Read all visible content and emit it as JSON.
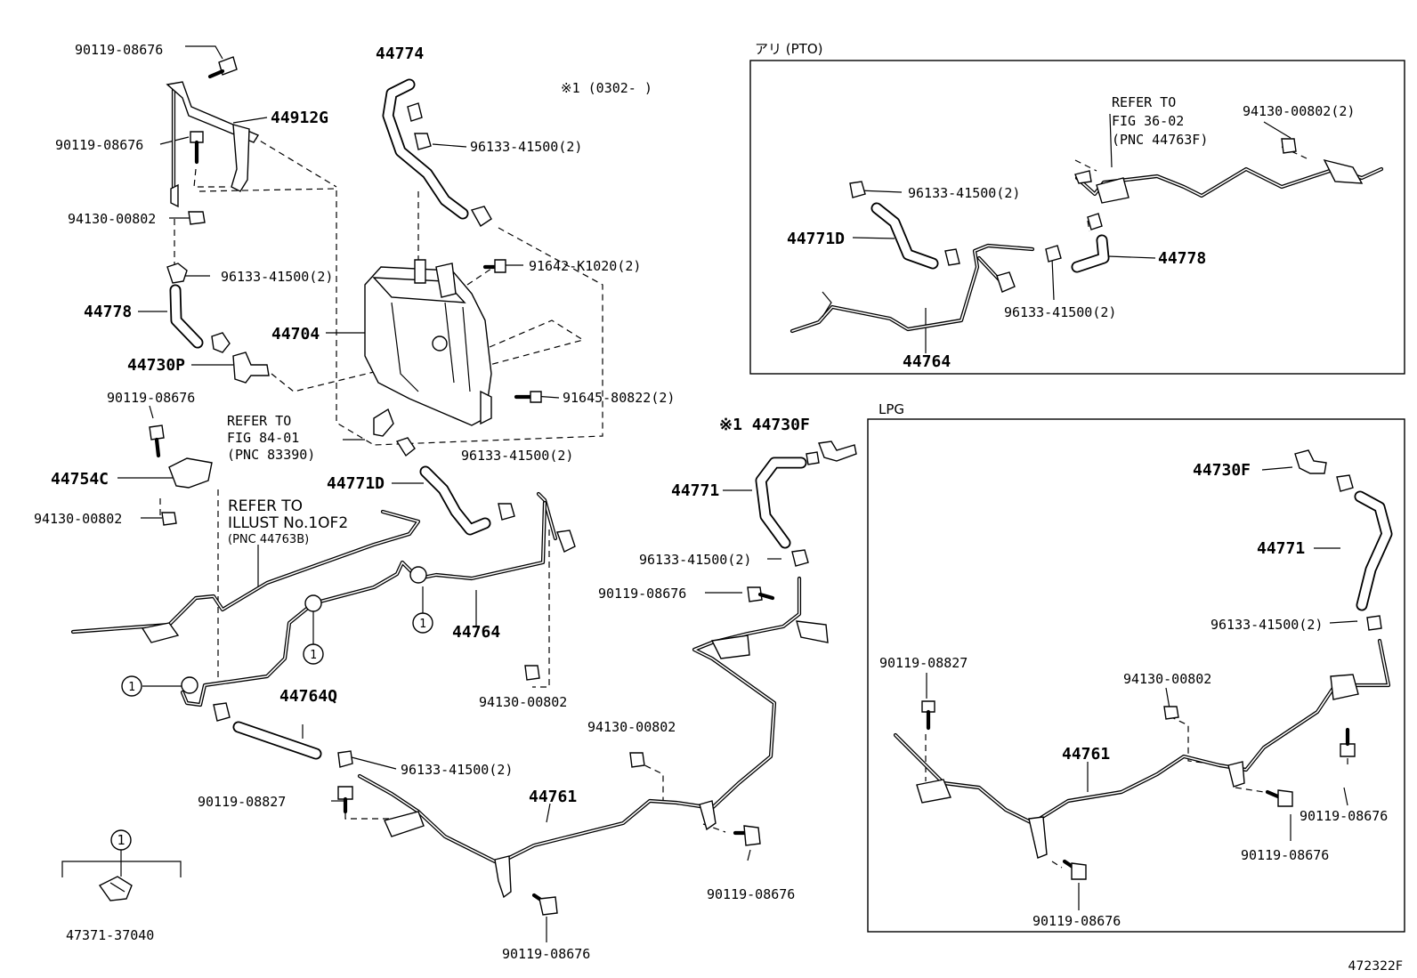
{
  "labels": {
    "p90119_08676_a": "90119-08676",
    "p44912g": "44912G",
    "p90119_08676_b": "90119-08676",
    "p94130_00802_a": "94130-00802",
    "p96133_41500_a": "96133-41500(2)",
    "p44778_a": "44778",
    "p44730p": "44730P",
    "p44704": "44704",
    "p44774": "44774",
    "p96133_41500_b": "96133-41500(2)",
    "note1": "※1 (0302-        )",
    "p91642": "91642-K1020(2)",
    "p91645": "91645-80822(2)",
    "p90119_08676_c": "90119-08676",
    "p44754c": "44754C",
    "p94130_00802_b": "94130-00802",
    "ref84_1": "REFER TO",
    "ref84_2": "FIG 84-01",
    "ref84_3": "(PNC 83390)",
    "p96133_41500_c": "96133-41500(2)",
    "p44771d_a": "44771D",
    "refill_1": "REFER TO",
    "refill_2": "ILLUST No.1OF2",
    "refill_3": "(PNC 44763B)",
    "p44764_a": "44764",
    "p94130_00802_c": "94130-00802",
    "p44764q": "44764Q",
    "p96133_41500_d": "96133-41500(2)",
    "p90119_08827_a": "90119-08827",
    "p44761_a": "44761",
    "p94130_00802_d": "94130-00802",
    "p90119_08676_d": "90119-08676",
    "p90119_08676_e": "90119-08676",
    "p44730f_a": "※1 44730F",
    "p44771_a": "44771",
    "p96133_41500_e": "96133-41500(2)",
    "p90119_08676_f": "90119-08676",
    "callout_num": "1",
    "p47371": "47371-37040",
    "pto_title": "アリ (PTO)",
    "ref36_1": "REFER TO",
    "ref36_2": "FIG 36-02",
    "ref36_3": "(PNC 44763F)",
    "p94130_00802_e": "94130-00802(2)",
    "p96133_41500_f": "96133-41500(2)",
    "p44771d_b": "44771D",
    "p44778_b": "44778",
    "p96133_41500_g": "96133-41500(2)",
    "p44764_b": "44764",
    "lpg_title": "LPG",
    "p44730f_b": "44730F",
    "p44771_b": "44771",
    "p96133_41500_h": "96133-41500(2)",
    "p90119_08827_b": "90119-08827",
    "p94130_00802_f": "94130-00802",
    "p44761_b": "44761",
    "p90119_08676_g": "90119-08676",
    "p90119_08676_h": "90119-08676",
    "p90119_08676_i": "90119-08676",
    "figure_id": "472322F"
  },
  "colors": {
    "line": "#000000",
    "background": "#ffffff"
  }
}
